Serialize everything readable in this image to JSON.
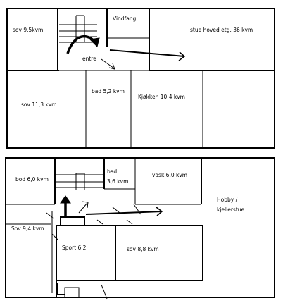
{
  "upper_floor": {
    "sov_a": "sov 9,5kvm",
    "vindfang": "Vindfang",
    "stue": "stue hoved etg.  36 kvm",
    "entre": "entre",
    "sov_b": "sov 11,3 kvm",
    "bad": "bad  5,2 kvm",
    "kjokken": "Kjøkken 10,4 kvm"
  },
  "lower_floor": {
    "bod": "bod  6,0 kvm",
    "bad_line1": "bad",
    "bad_line2": "3,6 kvm",
    "vask": "vask  6,0 kvm",
    "hobby_line1": "Hobby /",
    "hobby_line2": "kjellerstue",
    "sov_a": "Sov 9,4 kvm",
    "sport": "Sport  6,2",
    "sov_b": "sov  8,8 kvm"
  },
  "colors": {
    "ink": "#000000",
    "background": "#ffffff"
  }
}
